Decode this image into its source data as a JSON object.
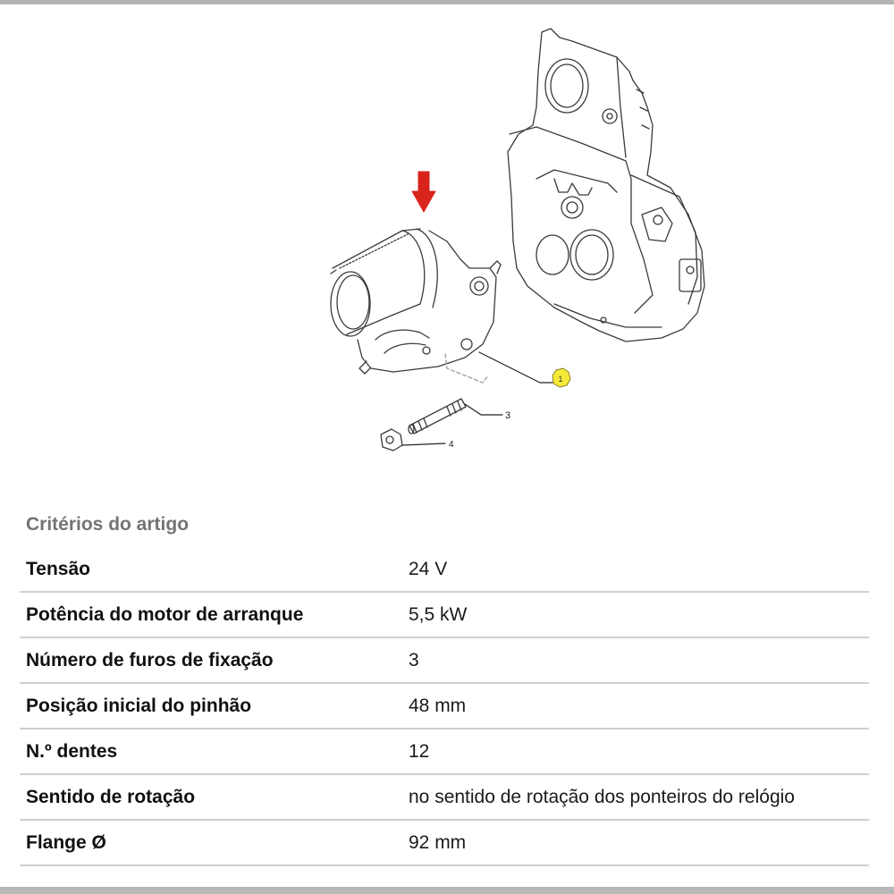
{
  "diagram": {
    "highlight_arrow_color": "#d9241c",
    "callout_color": "#f5ea3a",
    "callouts": [
      {
        "id": "1",
        "label": "1"
      },
      {
        "id": "3",
        "label": "3"
      },
      {
        "id": "4",
        "label": "4"
      }
    ]
  },
  "specs": {
    "title": "Critérios do artigo",
    "rows": [
      {
        "label": "Tensão",
        "value": "24 V"
      },
      {
        "label": "Potência do motor de arranque",
        "value": "5,5 kW"
      },
      {
        "label": "Número de furos de fixação",
        "value": "3"
      },
      {
        "label": "Posição inicial do pinhão",
        "value": "48 mm"
      },
      {
        "label": "N.º dentes",
        "value": "12"
      },
      {
        "label": "Sentido de rotação",
        "value": "no sentido de rotação dos ponteiros do relógio"
      },
      {
        "label": "Flange Ø",
        "value": "92 mm"
      }
    ]
  }
}
